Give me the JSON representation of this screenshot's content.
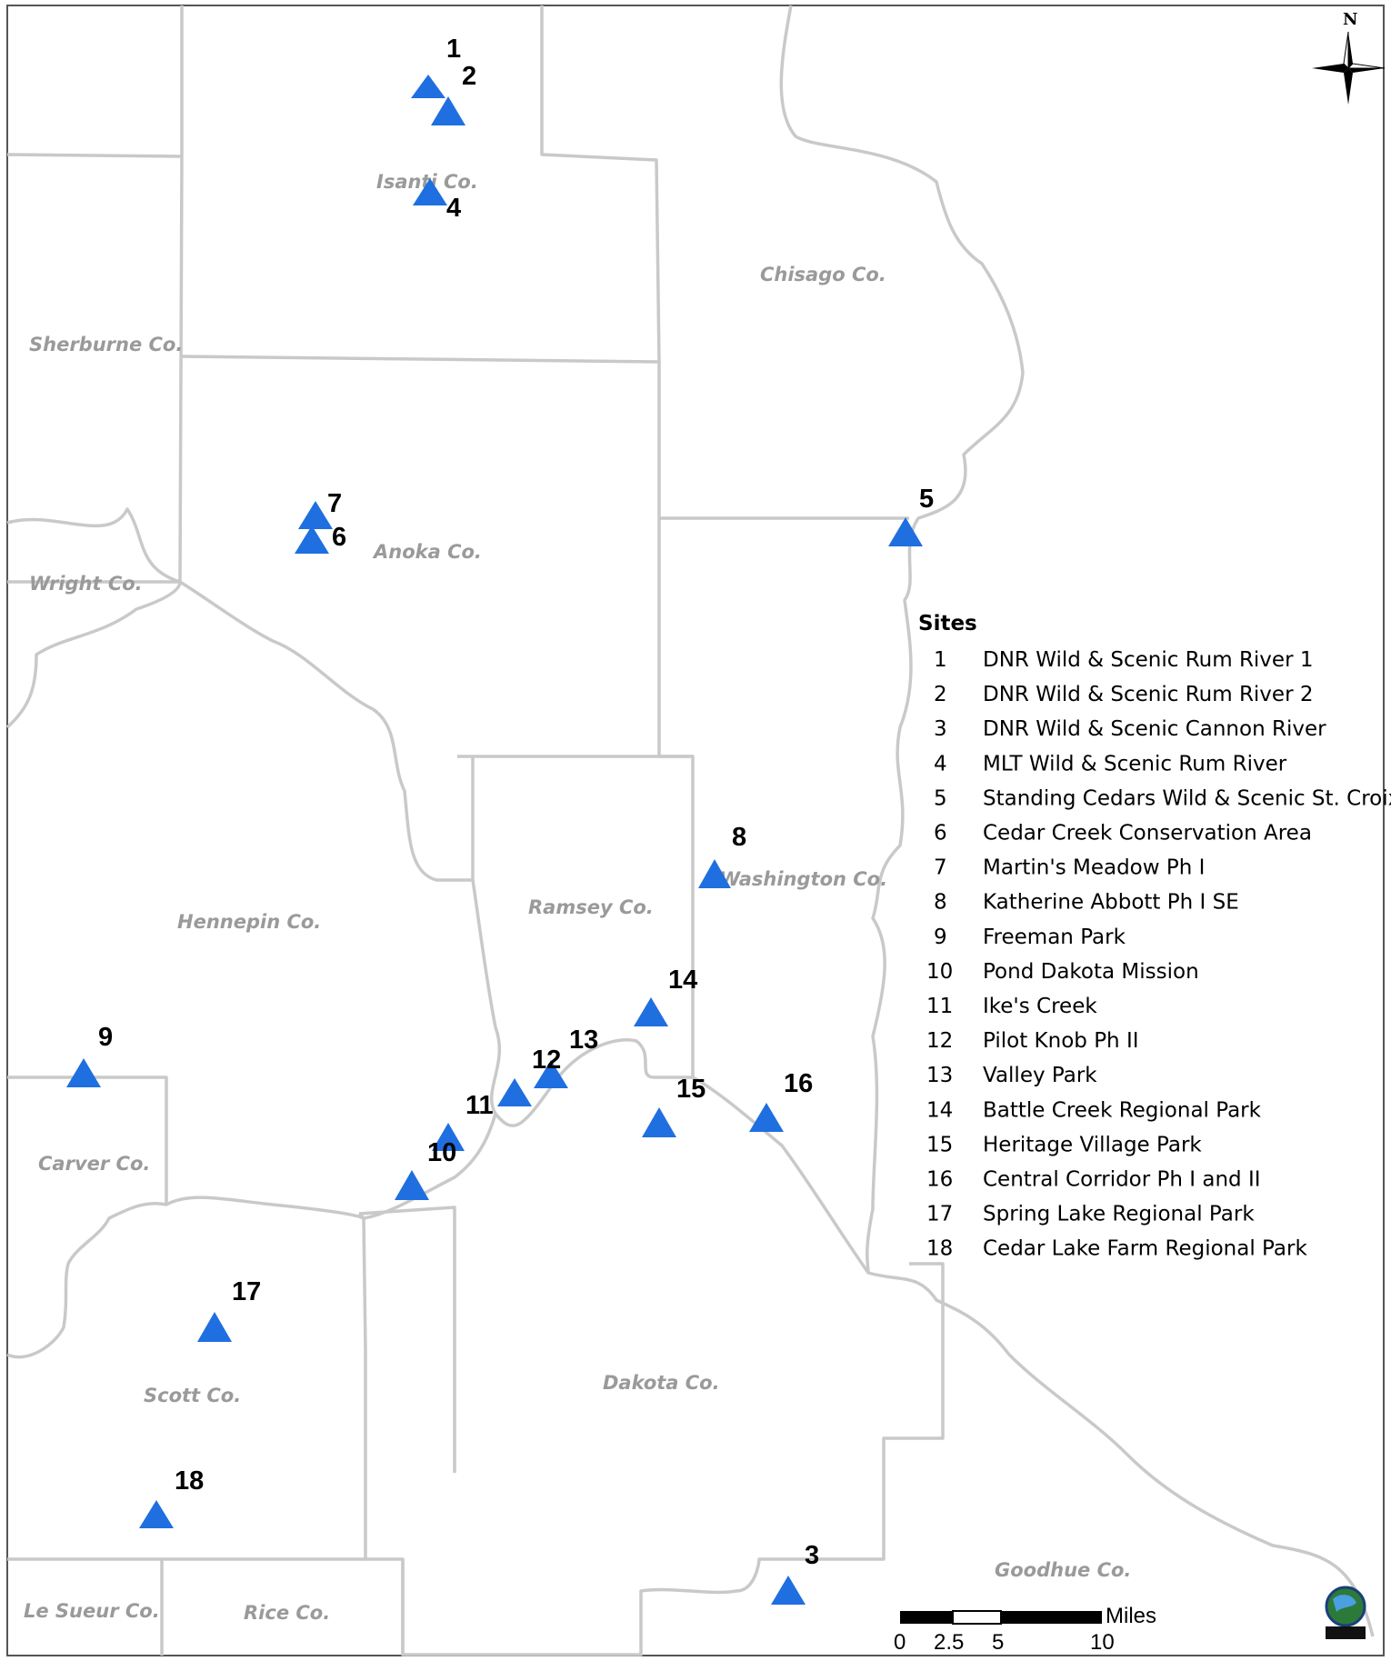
{
  "map": {
    "counties": [
      {
        "name": "Isanti Co."
      },
      {
        "name": "Chisago Co."
      },
      {
        "name": "Sherburne Co."
      },
      {
        "name": "Anoka Co."
      },
      {
        "name": "Wright Co."
      },
      {
        "name": "Washington Co."
      },
      {
        "name": "Ramsey Co."
      },
      {
        "name": "Hennepin Co."
      },
      {
        "name": "Carver Co."
      },
      {
        "name": "Scott Co."
      },
      {
        "name": "Dakota Co."
      },
      {
        "name": "Goodhue Co."
      },
      {
        "name": "Le Sueur Co."
      },
      {
        "name": "Rice Co."
      }
    ],
    "north_label": "N",
    "marker_color": "#1f6fe0",
    "boundary_color": "#c9c9c9"
  },
  "legend": {
    "title": "Sites",
    "items": [
      {
        "num": "1",
        "name": "DNR Wild & Scenic Rum River 1"
      },
      {
        "num": "2",
        "name": "DNR Wild & Scenic Rum River 2"
      },
      {
        "num": "3",
        "name": "DNR Wild & Scenic Cannon River"
      },
      {
        "num": "4",
        "name": "MLT Wild & Scenic Rum River"
      },
      {
        "num": "5",
        "name": "Standing Cedars Wild & Scenic St. Croix"
      },
      {
        "num": "6",
        "name": "Cedar Creek Conservation Area"
      },
      {
        "num": "7",
        "name": "Martin's Meadow Ph I"
      },
      {
        "num": "8",
        "name": "Katherine Abbott Ph I SE"
      },
      {
        "num": "9",
        "name": "Freeman Park"
      },
      {
        "num": "10",
        "name": "Pond Dakota Mission"
      },
      {
        "num": "11",
        "name": "Ike's Creek"
      },
      {
        "num": "12",
        "name": "Pilot Knob Ph II"
      },
      {
        "num": "13",
        "name": "Valley Park"
      },
      {
        "num": "14",
        "name": "Battle Creek Regional Park"
      },
      {
        "num": "15",
        "name": "Heritage Village Park"
      },
      {
        "num": "16",
        "name": "Central Corridor Ph I and II"
      },
      {
        "num": "17",
        "name": "Spring Lake Regional Park"
      },
      {
        "num": "18",
        "name": "Cedar Lake Farm Regional Park"
      }
    ]
  },
  "scale_bar": {
    "unit": "Miles",
    "ticks": [
      "0",
      "2.5",
      "5",
      "10"
    ]
  }
}
